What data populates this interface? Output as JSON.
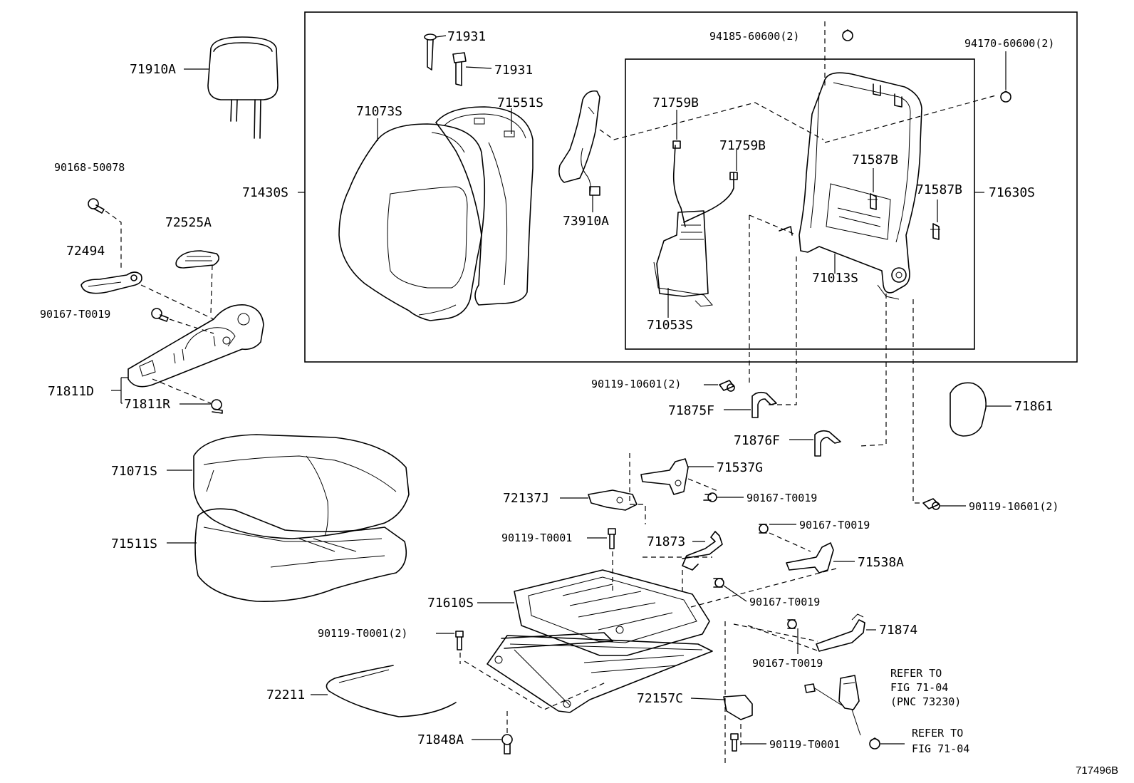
{
  "diagram": {
    "figure_id": "717496B",
    "parts": {
      "p71910A": "71910A",
      "p90168": "90168-50078",
      "p72525A": "72525A",
      "p72494": "72494",
      "p90167a": "90167-T0019",
      "p71811D": "71811D",
      "p71811R": "71811R",
      "p71430S": "71430S",
      "p71931a": "71931",
      "p71931b": "71931",
      "p71073S": "71073S",
      "p71551S": "71551S",
      "p73910A": "73910A",
      "p94185": "94185-60600(2)",
      "p94170": "94170-60600(2)",
      "p71759Ba": "71759B",
      "p71759Bb": "71759B",
      "p71587Ba": "71587B",
      "p71587Bb": "71587B",
      "p71630S": "71630S",
      "p71013S": "71013S",
      "p71053S": "71053S",
      "p90119a": "90119-10601(2)",
      "p71875F": "71875F",
      "p71876F": "71876F",
      "p71861": "71861",
      "p71071S": "71071S",
      "p71511S": "71511S",
      "p71537G": "71537G",
      "p72137J": "72137J",
      "p90167b": "90167-T0019",
      "p90119b": "90119-10601(2)",
      "p90119T1": "90119-T0001",
      "p71873": "71873",
      "p90167c": "90167-T0019",
      "p71538A": "71538A",
      "p71610S": "71610S",
      "p90167d": "90167-T0019",
      "p90119T2": "90119-T0001(2)",
      "p71874": "71874",
      "p90167e": "90167-T0019",
      "p72211": "72211",
      "p72157C": "72157C",
      "p71848A": "71848A",
      "p90119T3": "90119-T0001"
    },
    "refer1": {
      "line1": "REFER TO",
      "line2": "FIG 71-04",
      "line3": "(PNC 73230)"
    },
    "refer2": {
      "line1": "REFER TO",
      "line2": "FIG 71-04"
    }
  }
}
